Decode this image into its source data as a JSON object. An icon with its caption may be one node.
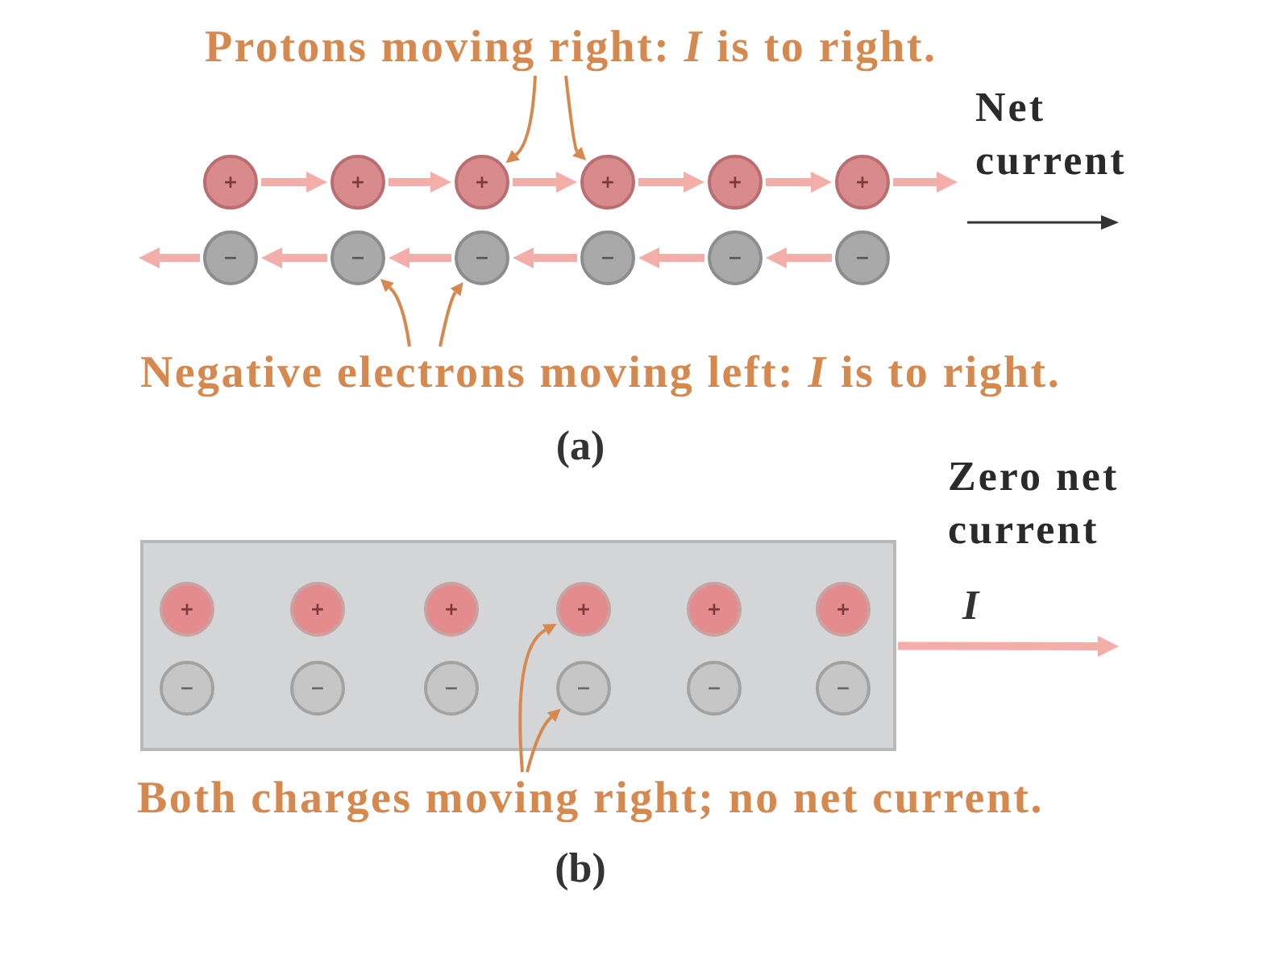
{
  "diagram": {
    "nodes": [
      {
        "text": [
          "Protons moving right: *I* is to right."
        ]
      },
      {
        "text": [
          "+"
        ]
      },
      {
        "text": [
          "+"
        ]
      },
      {
        "text": [
          "+"
        ]
      },
      {
        "text": [
          "+"
        ]
      },
      {
        "text": [
          "+"
        ]
      },
      {
        "text": [
          "+"
        ]
      },
      {
        "text": [
          "−"
        ]
      },
      {
        "text": [
          "−"
        ]
      },
      {
        "text": [
          "−"
        ]
      },
      {
        "text": [
          "−"
        ]
      },
      {
        "text": [
          "−"
        ]
      },
      {
        "text": [
          "−"
        ]
      },
      {
        "text": [
          "Negative electrons moving left: *I* is to right."
        ]
      },
      {
        "text": [],
        "shape": "bar"
      },
      {
        "text": [
          "+"
        ],
        "in": 14
      },
      {
        "text": [
          "+"
        ],
        "in": 14
      },
      {
        "text": [
          "+"
        ],
        "in": 14
      },
      {
        "text": [
          "+"
        ],
        "in": 14
      },
      {
        "text": [
          "+"
        ],
        "in": 14
      },
      {
        "text": [
          "+"
        ],
        "in": 14
      },
      {
        "text": [
          "−"
        ],
        "in": 14
      },
      {
        "text": [
          "−"
        ],
        "in": 14
      },
      {
        "text": [
          "−"
        ],
        "in": 14
      },
      {
        "text": [
          "−"
        ],
        "in": 14
      },
      {
        "text": [
          "−"
        ],
        "in": 14
      },
      {
        "text": [
          "−"
        ],
        "in": 14
      },
      {
        "text": [
          "Both charges moving right; no net current."
        ]
      }
    ],
    "edges": [
      {
        "from": 0,
        "to": 3,
        "arrow": "to",
        "color": "#d6894f"
      },
      {
        "from": 0,
        "to": 4,
        "arrow": "to",
        "color": "#d6894f"
      },
      {
        "from": 1,
        "to": 2,
        "arrow": "to"
      },
      {
        "from": 2,
        "to": 3,
        "arrow": "to"
      },
      {
        "from": 3,
        "to": 4,
        "arrow": "to"
      },
      {
        "from": 4,
        "to": 5,
        "arrow": "to"
      },
      {
        "from": 5,
        "to": 6,
        "arrow": "to"
      },
      {
        "from": 6,
        "to": null,
        "arrow": "to"
      },
      {
        "from": 7,
        "to": null,
        "arrow": "to"
      },
      {
        "from": 8,
        "to": 7,
        "arrow": "to"
      },
      {
        "from": 9,
        "to": 8,
        "arrow": "to"
      },
      {
        "from": 10,
        "to": 9,
        "arrow": "to"
      },
      {
        "from": 11,
        "to": 10,
        "arrow": "to"
      },
      {
        "from": 12,
        "to": 11,
        "arrow": "to"
      },
      {
        "from": 13,
        "to": 8,
        "arrow": "to",
        "color": "#d6894f"
      },
      {
        "from": 13,
        "to": 9,
        "arrow": "to",
        "color": "#d6894f"
      },
      {
        "from": 27,
        "to": 18,
        "arrow": "to",
        "color": "#d6894f"
      },
      {
        "from": 27,
        "to": 24,
        "arrow": "to",
        "color": "#d6894f"
      },
      {
        "from": 14,
        "to": null,
        "arrow": "to",
        "label": "I"
      }
    ],
    "labels": [
      "Net current",
      "(a)",
      "Zero net current",
      "(b)"
    ]
  }
}
